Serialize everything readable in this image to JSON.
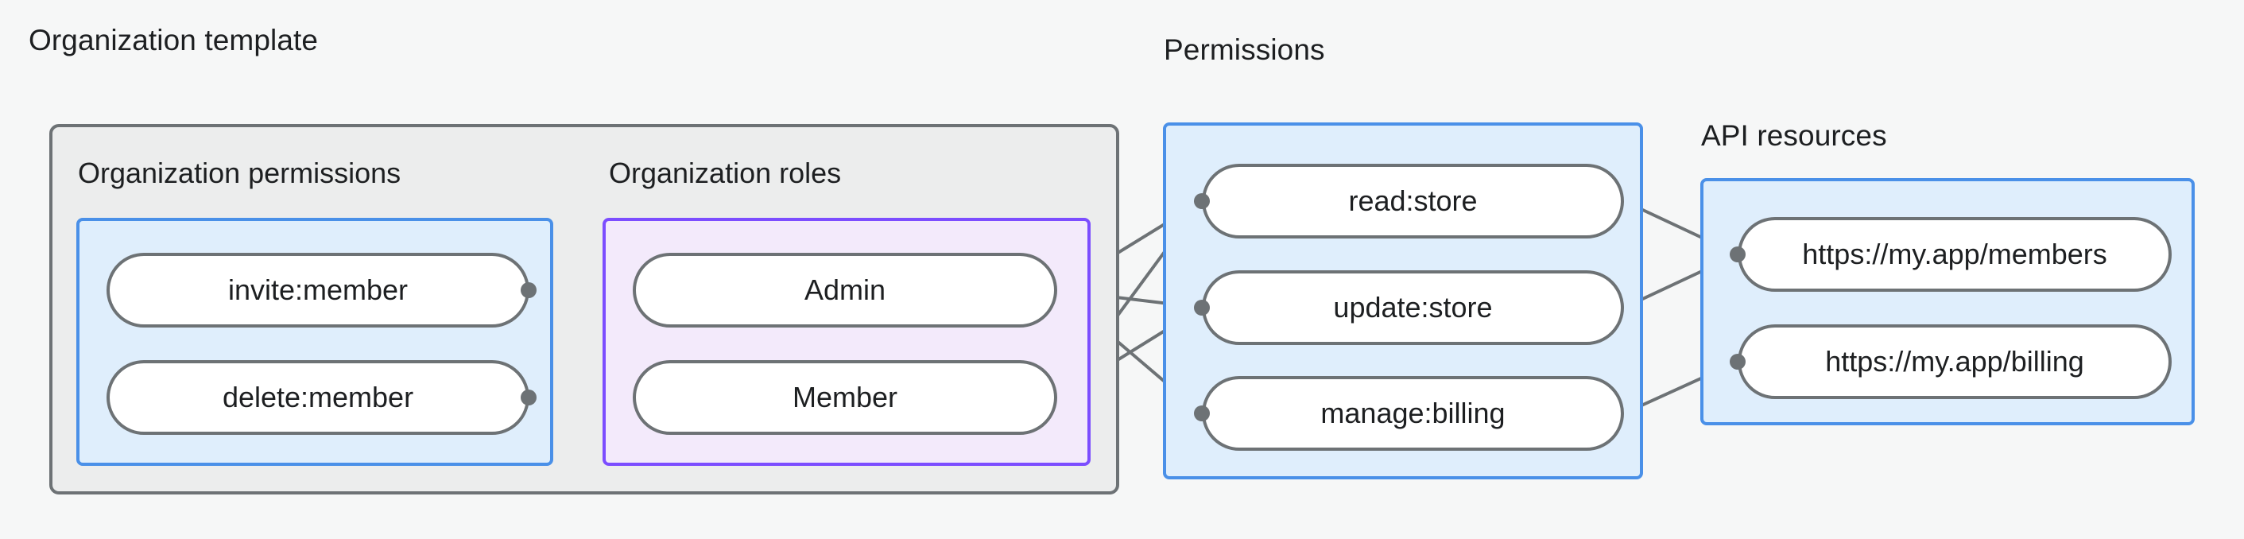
{
  "theme": {
    "page_background": "#f6f7f7",
    "outer_group_fill": "#eceded",
    "outer_group_border": "#6d7275",
    "blue_group_fill": "#dfeefc",
    "blue_group_border": "#4a90e8",
    "purple_group_fill": "#f3eafb",
    "purple_group_border": "#7c4dff",
    "pill_fill": "#ffffff",
    "pill_border": "#6d7275",
    "edge_color": "#6d7275",
    "text_color": "#1d1f21"
  },
  "titles": {
    "organization_template": "Organization template",
    "organization_permissions": "Organization permissions",
    "organization_roles": "Organization roles",
    "permissions": "Permissions",
    "api_resources": "API resources"
  },
  "organization_permissions": {
    "items": [
      {
        "label": "invite:member"
      },
      {
        "label": "delete:member"
      }
    ]
  },
  "organization_roles": {
    "items": [
      {
        "label": "Admin"
      },
      {
        "label": "Member"
      }
    ]
  },
  "permissions": {
    "items": [
      {
        "label": "read:store"
      },
      {
        "label": "update:store"
      },
      {
        "label": "manage:billing"
      }
    ]
  },
  "api_resources": {
    "items": [
      {
        "label": "https://my.app/members"
      },
      {
        "label": "https://my.app/billing"
      }
    ]
  },
  "connections": [
    {
      "from": "invite:member",
      "to": "Admin"
    },
    {
      "from": "invite:member",
      "to": "Member"
    },
    {
      "from": "delete:member",
      "to": "Member"
    },
    {
      "from": "Admin",
      "to": "read:store"
    },
    {
      "from": "Admin",
      "to": "update:store"
    },
    {
      "from": "Admin",
      "to": "manage:billing"
    },
    {
      "from": "Member",
      "to": "read:store"
    },
    {
      "from": "Member",
      "to": "update:store"
    },
    {
      "from": "read:store",
      "to": "https://my.app/members"
    },
    {
      "from": "update:store",
      "to": "https://my.app/members"
    },
    {
      "from": "manage:billing",
      "to": "https://my.app/billing"
    }
  ]
}
